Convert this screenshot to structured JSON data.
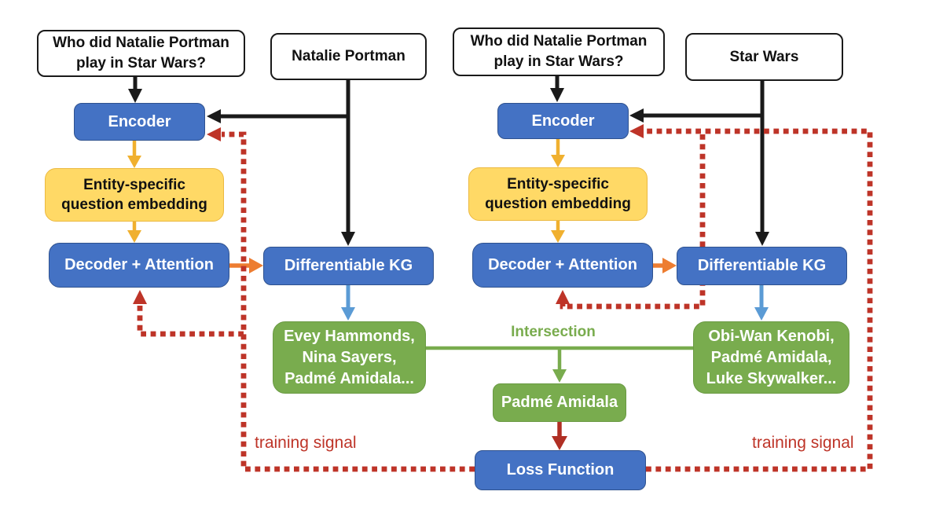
{
  "diagram": {
    "left": {
      "question": [
        "Who did Natalie Portman",
        "play in Star Wars?"
      ],
      "entity": "Natalie Portman",
      "encoder": "Encoder",
      "embedding": [
        "Entity-specific",
        "question embedding"
      ],
      "decoder": "Decoder + Attention",
      "kg": "Differentiable KG",
      "results": [
        "Evey Hammonds,",
        "Nina Sayers,",
        "Padmé Amidala..."
      ],
      "training_signal": "training signal"
    },
    "right": {
      "question": [
        "Who did Natalie Portman",
        "play in Star Wars?"
      ],
      "entity": "Star Wars",
      "encoder": "Encoder",
      "embedding": [
        "Entity-specific",
        "question embedding"
      ],
      "decoder": "Decoder + Attention",
      "kg": "Differentiable KG",
      "results": [
        "Obi-Wan Kenobi,",
        "Padmé Amidala,",
        "Luke Skywalker..."
      ],
      "training_signal": "training signal"
    },
    "intersection_label": "Intersection",
    "intersection_result": "Padmé Amidala",
    "loss_label": "Loss Function",
    "colors": {
      "box_blue": "#4472C4",
      "box_yellow": "#FFD966",
      "box_green": "#79AC4E",
      "arrow_orange": "#ED7D31",
      "arrow_light_blue": "#5B9BD5",
      "arrow_gold": "#F0B02F",
      "arrow_dark_red": "#B02F24",
      "dashed_red": "#BE3428",
      "ink": "#1a1a1a"
    }
  }
}
